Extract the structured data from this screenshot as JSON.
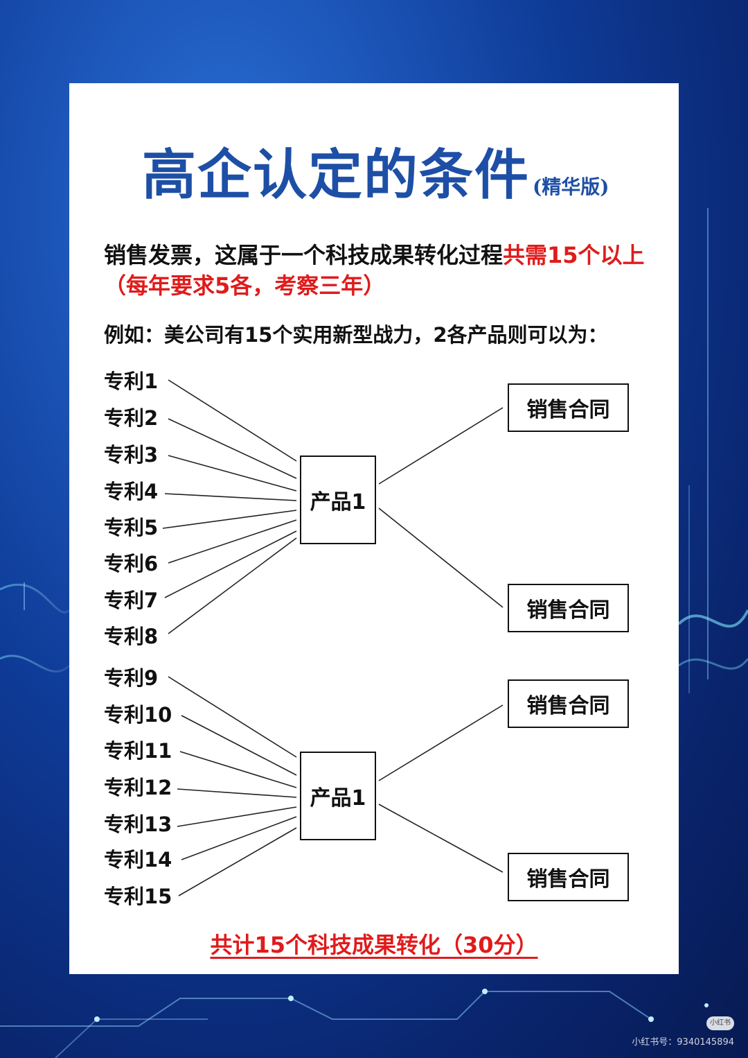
{
  "title": "高企认定的条件",
  "subtitle": "(精华版)",
  "para1": {
    "black": "销售发票，这属于一个科技成果转化过程",
    "red": "共需15个以上（每年要求5各，考察三年）"
  },
  "para2": "例如：美公司有15个实用新型战力，2各产品则可以为：",
  "patents": [
    "专利1",
    "专利2",
    "专利3",
    "专利4",
    "专利5",
    "专利6",
    "专利7",
    "专利8",
    "专利9",
    "专利10",
    "专利11",
    "专利12",
    "专利13",
    "专利14",
    "专利15"
  ],
  "products": [
    "产品1",
    "产品1"
  ],
  "contracts": [
    "销售合同",
    "销售合同",
    "销售合同",
    "销售合同"
  ],
  "footer": "共计15个科技成果转化（30分）",
  "watermark": {
    "badge": "小红书",
    "text": "小红书号：9340145894"
  },
  "colors": {
    "title": "#1e4fa6",
    "highlight": "#e01b1b",
    "background": "#0f3d9a"
  }
}
